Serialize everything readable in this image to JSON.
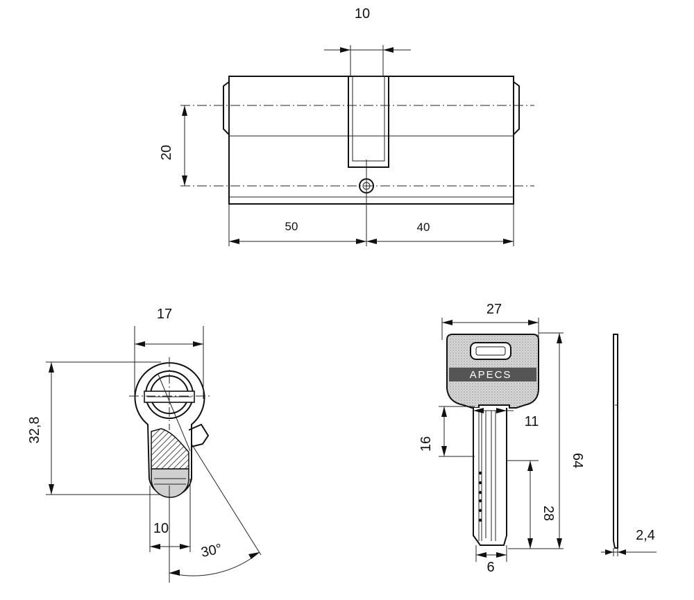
{
  "dimensions": {
    "cam_width": "10",
    "height": "20",
    "length_a": "50",
    "length_b": "40",
    "profile_width": "17",
    "profile_height": "32,8",
    "profile_bottom": "10",
    "angle": "30°",
    "key_head_width": "27",
    "key_length": "64",
    "key_blade_upper": "16",
    "key_blade_width_top": "11",
    "key_blade_lower": "28",
    "key_tip_width": "6",
    "key_thickness": "2,4"
  },
  "key": {
    "brand": "APECS"
  }
}
